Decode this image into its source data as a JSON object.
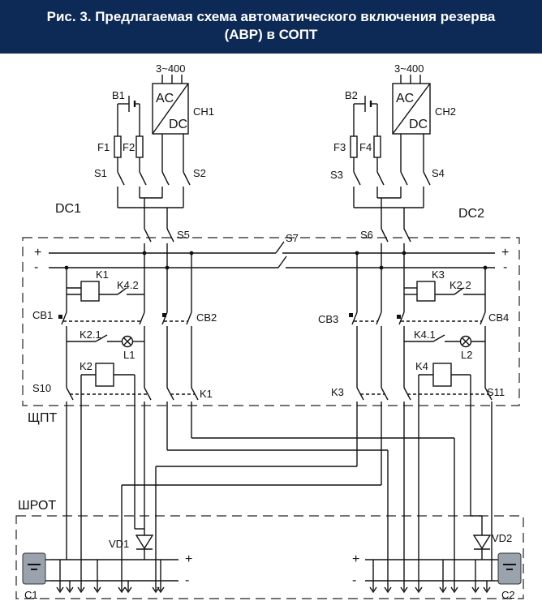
{
  "title": {
    "line1": "Рис. 3. Предлагаемая схема автоматического включения резерва",
    "line2": "(АВР) в СОПТ"
  },
  "labels": {
    "v1": "3~400",
    "v2": "3~400",
    "b1": "B1",
    "b2": "B2",
    "ac1": "AC",
    "dc1": "DC",
    "ac2": "AC",
    "dc2": "DC",
    "ch1": "CH1",
    "ch2": "CH2",
    "f1": "F1",
    "f2": "F2",
    "f3": "F3",
    "f4": "F4",
    "s1": "S1",
    "s2": "S2",
    "s3": "S3",
    "s4": "S4",
    "s5": "S5",
    "s6": "S6",
    "s7": "S7",
    "s10": "S10",
    "s11": "S11",
    "dc1sec": "DC1",
    "dc2sec": "DC2",
    "plus1": "+",
    "plus2": "+",
    "minus1": "-",
    "minus2": "-",
    "k1a": "K1",
    "k3a": "K3",
    "k42": "K4.2",
    "k22": "K2.2",
    "cb1": "CB1",
    "cb2": "CB2",
    "cb3": "CB3",
    "cb4": "CB4",
    "k21": "K2.1",
    "k41": "K4.1",
    "l1": "L1",
    "l2": "L2",
    "k2": "K2",
    "k4": "K4",
    "k1b": "K1",
    "k3b": "K3",
    "shpt": "ЩПТ",
    "shrot": "ШРОТ",
    "vd1": "VD1",
    "vd2": "VD2",
    "plus3": "+",
    "plus4": "+",
    "minus3": "-",
    "minus4": "-",
    "c1": "C1",
    "c2": "C2"
  },
  "colors": {
    "header_bg": "#0d2a57",
    "header_text": "#ffffff",
    "battery_fill": "#9aa3ad"
  }
}
